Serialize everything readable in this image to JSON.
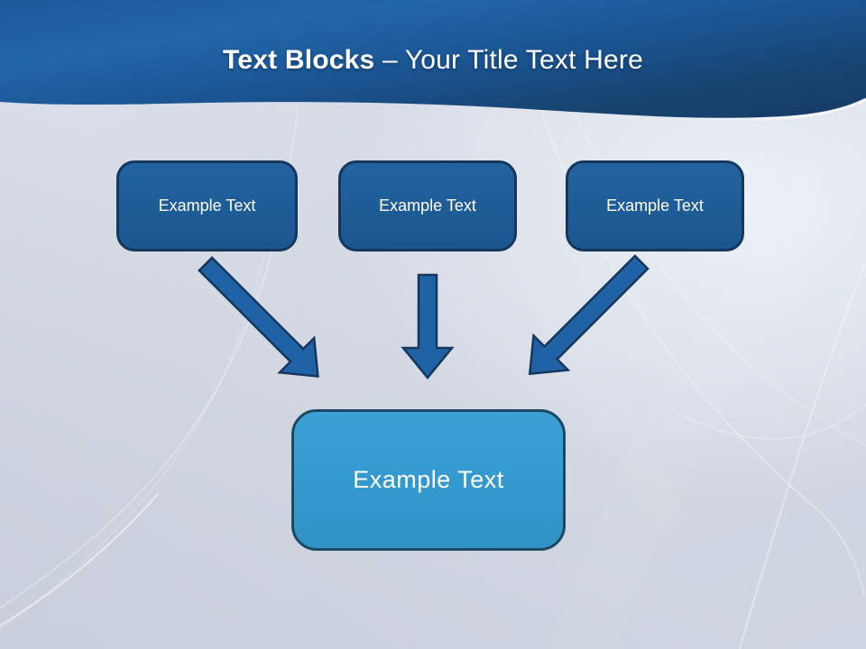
{
  "header": {
    "title_bold": "Text Blocks",
    "title_rest": " – Your Title Text Here"
  },
  "diagram": {
    "source_blocks": [
      {
        "label": "Example Text"
      },
      {
        "label": "Example Text"
      },
      {
        "label": "Example Text"
      }
    ],
    "target_block": {
      "label": "Example Text"
    },
    "arrow_icons": [
      "diagonal-down-right-arrow",
      "down-arrow",
      "diagonal-down-left-arrow"
    ]
  },
  "colors": {
    "header_gradient_light": "#2166a9",
    "header_gradient_dark": "#153c66",
    "source_block_fill": "#1e5c96",
    "source_block_border": "#16375c",
    "arrow_fill": "#1f62a6",
    "arrow_border": "#16375c",
    "target_block_fill": "#3499ce",
    "target_block_border": "#1d4a63",
    "background": "#d4d9e3",
    "text": "#ffffff"
  }
}
